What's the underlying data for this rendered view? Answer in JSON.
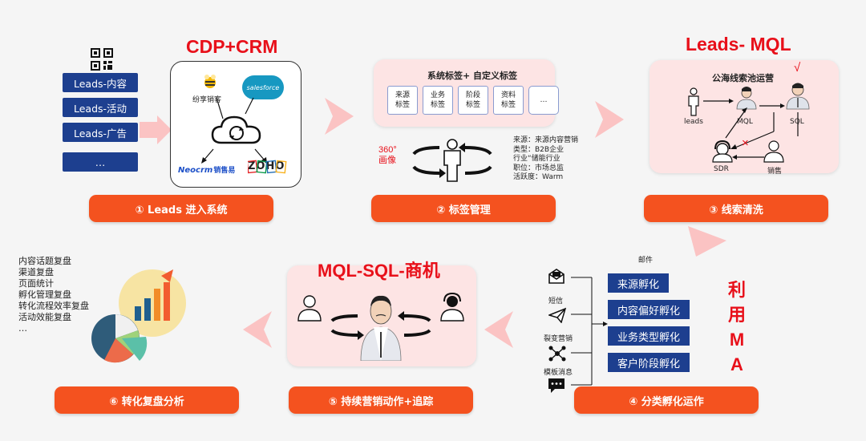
{
  "flow": {
    "step1": {
      "title": "CDP+CRM",
      "button": "① Leads 进入系统",
      "leads": [
        "Leads-内容",
        "Leads-活动",
        "Leads-广告",
        "…"
      ],
      "logos": {
        "fenxiang": "纷享销客",
        "salesforce": "salesforce",
        "neocrm": "Neocrm",
        "neocrm_cn": "销售易",
        "zoho": "ZOHO"
      }
    },
    "step2": {
      "panel_title": "系统标签+ 自定义标签",
      "tags": [
        "来源\n标签",
        "业务\n标签",
        "阶段\n标签",
        "资料\n标签",
        "…"
      ],
      "portrait": "360°\n画像",
      "info": [
        "来源：来源内容营销",
        "类型：B2B企业",
        "行业“储能行业",
        "职位：市场总监",
        "活跃度：Warm"
      ],
      "button": "② 标签管理"
    },
    "step3": {
      "title": "Leads- MQL",
      "panel_title": "公海线索池运营",
      "check": "√",
      "cross": "×",
      "nodes": {
        "leads": "leads",
        "mql": "MQL",
        "sql": "SQL",
        "sdr": "SDR",
        "sales": "销售"
      },
      "button": "③ 线索清洗"
    },
    "step4": {
      "channels": {
        "email": "邮件",
        "sms": "短信",
        "viral": "裂变营销",
        "template": "模板消息"
      },
      "incubations": [
        "来源孵化",
        "内容偏好孵化",
        "业务类型孵化",
        "客户阶段孵化"
      ],
      "ma_label": [
        "利",
        "用",
        "M",
        "A"
      ],
      "button": "④ 分类孵化运作"
    },
    "step5": {
      "title": "MQL-SQL-商机",
      "button": "⑤  持续营销动作+追踪"
    },
    "step6": {
      "list": [
        "内容话题复盘",
        "渠道复盘",
        "页面统计",
        "孵化管理复盘",
        "转化流程效率复盘",
        "活动效能复盘",
        "…"
      ],
      "button": "⑥ 转化复盘分析"
    }
  },
  "colors": {
    "red": "#e8101a",
    "orange": "#f4521f",
    "navy": "#1d3f8f",
    "pink": "#fde4e4"
  }
}
